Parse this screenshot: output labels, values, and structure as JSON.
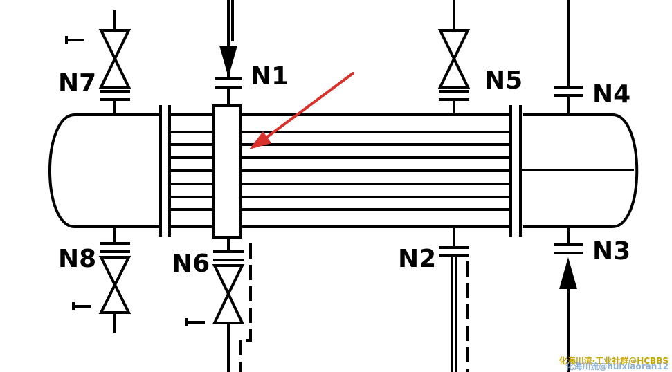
{
  "nozzles": {
    "n1": "N1",
    "n2": "N2",
    "n3": "N3",
    "n4": "N4",
    "n5": "N5",
    "n6": "N6",
    "n7": "N7",
    "n8": "N8"
  },
  "watermark": {
    "line1": "化海川流·工业社群@HCBBS",
    "line2": "化海川流@huixiaoran12"
  },
  "colors": {
    "line": "#000000",
    "arrow": "#d9312b",
    "watermark1": "#c8a400",
    "watermark2": "#7aa6d6"
  }
}
